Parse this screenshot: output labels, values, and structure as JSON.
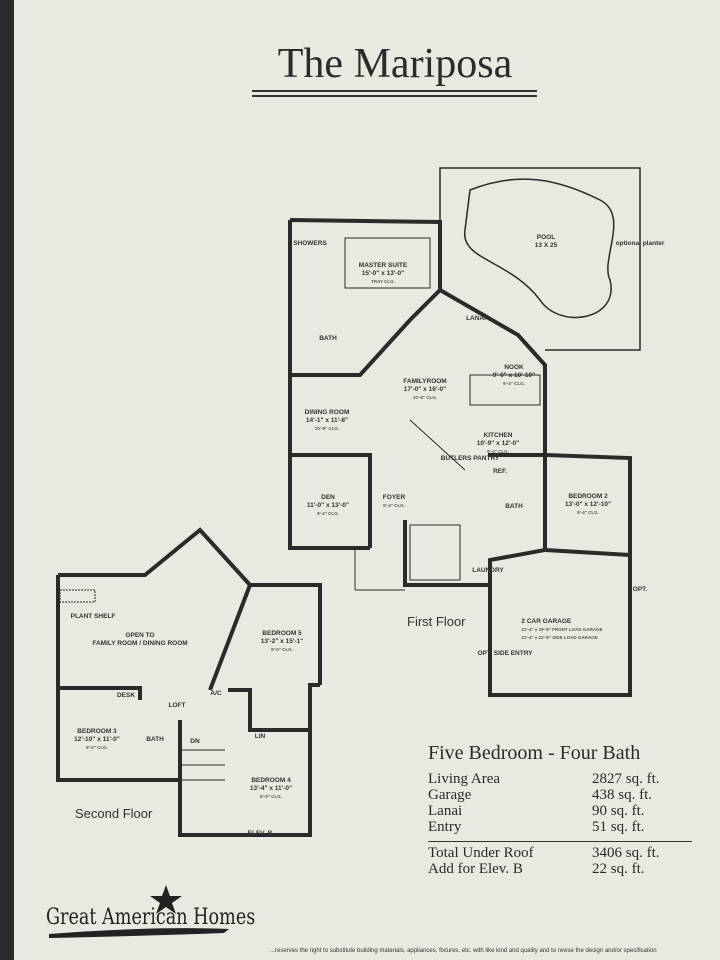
{
  "title": "The Mariposa",
  "first_floor": {
    "label": "First Floor",
    "rooms": [
      {
        "name": "MASTER SUITE",
        "dims": "15'-0\" x 13'-0\"",
        "note": "TRAY CLG."
      },
      {
        "name": "POOL",
        "dims": "13 X 25",
        "note": ""
      },
      {
        "name": "LANAI",
        "dims": "",
        "note": ""
      },
      {
        "name": "BATH",
        "dims": "",
        "note": ""
      },
      {
        "name": "FAMILYROOM",
        "dims": "17'-0\" x 16'-0\"",
        "note": "10'-8\" CLG."
      },
      {
        "name": "NOOK",
        "dims": "9'-0\" x 10'-10\"",
        "note": "9'-4\" CLG."
      },
      {
        "name": "DINING ROOM",
        "dims": "14'-1\" x 11'-8\"",
        "note": "10'-8\" CLG."
      },
      {
        "name": "KITCHEN",
        "dims": "10'-9\" x 12'-0\"",
        "note": "9'-4\" CLG."
      },
      {
        "name": "DEN",
        "dims": "11'-0\" x 13'-0\"",
        "note": "9'-4\" CLG."
      },
      {
        "name": "FOYER",
        "dims": "",
        "note": "9'-4\" CLG."
      },
      {
        "name": "BATH",
        "dims": "",
        "note": ""
      },
      {
        "name": "BEDROOM 2",
        "dims": "13'-0\" x 12'-10\"",
        "note": "9'-4\" CLG."
      },
      {
        "name": "LAUNDRY",
        "dims": "",
        "note": ""
      },
      {
        "name": "2 CAR GARAGE",
        "dims": "21'-4\" x 19'-8\" FRONT LOAD GARAGE",
        "note": "21'-4\" x 22'-8\" SIDE LOAD GARAGE"
      }
    ],
    "small_labels": {
      "pantry": "BUTLERS PANTRY",
      "opt_entry": "OPT. SIDE ENTRY",
      "showers": "SHOWERS",
      "planter": "optional planter",
      "ref": "REF.",
      "opt": "OPT."
    }
  },
  "second_floor": {
    "label": "Second Floor",
    "rooms": [
      {
        "name": "OPEN TO",
        "dims": "FAMILY ROOM / DINING ROOM",
        "note": ""
      },
      {
        "name": "BEDROOM 5",
        "dims": "13'-2\" x 15'-1\"",
        "note": "8'-0\" CLG."
      },
      {
        "name": "LOFT",
        "dims": "",
        "note": ""
      },
      {
        "name": "DESK",
        "dims": "",
        "note": ""
      },
      {
        "name": "BEDROOM 3",
        "dims": "12'-10\" x 11'-0\"",
        "note": "8'-0\" CLG."
      },
      {
        "name": "BATH",
        "dims": "",
        "note": ""
      },
      {
        "name": "BEDROOM 4",
        "dims": "13'-4\" x 11'-0\"",
        "note": "8'-0\" CLG."
      }
    ],
    "small_labels": {
      "plant_shelf": "PLANT SHELF",
      "ac": "A/C",
      "lin": "LIN",
      "dn": "DN",
      "elev": "ELEV. B"
    }
  },
  "summary": {
    "heading": "Five Bedroom - Four Bath",
    "rows": [
      {
        "label": "Living Area",
        "value": "2827 sq. ft."
      },
      {
        "label": "Garage",
        "value": "438 sq. ft."
      },
      {
        "label": "Lanai",
        "value": "90 sq. ft."
      },
      {
        "label": "Entry",
        "value": "51 sq. ft."
      }
    ],
    "total": {
      "label": "Total Under Roof",
      "value": "3406 sq. ft."
    },
    "extra": {
      "label": "Add for Elev. B",
      "value": "22 sq. ft."
    }
  },
  "brand": "Great American Homes",
  "disclaimer": "...reserves the right to substitute building materials, appliances, fixtures, etc. with like kind and quality and to revise the design and/or specification",
  "colors": {
    "paper": "#e9e8e1",
    "ink": "#2a2a2a"
  }
}
